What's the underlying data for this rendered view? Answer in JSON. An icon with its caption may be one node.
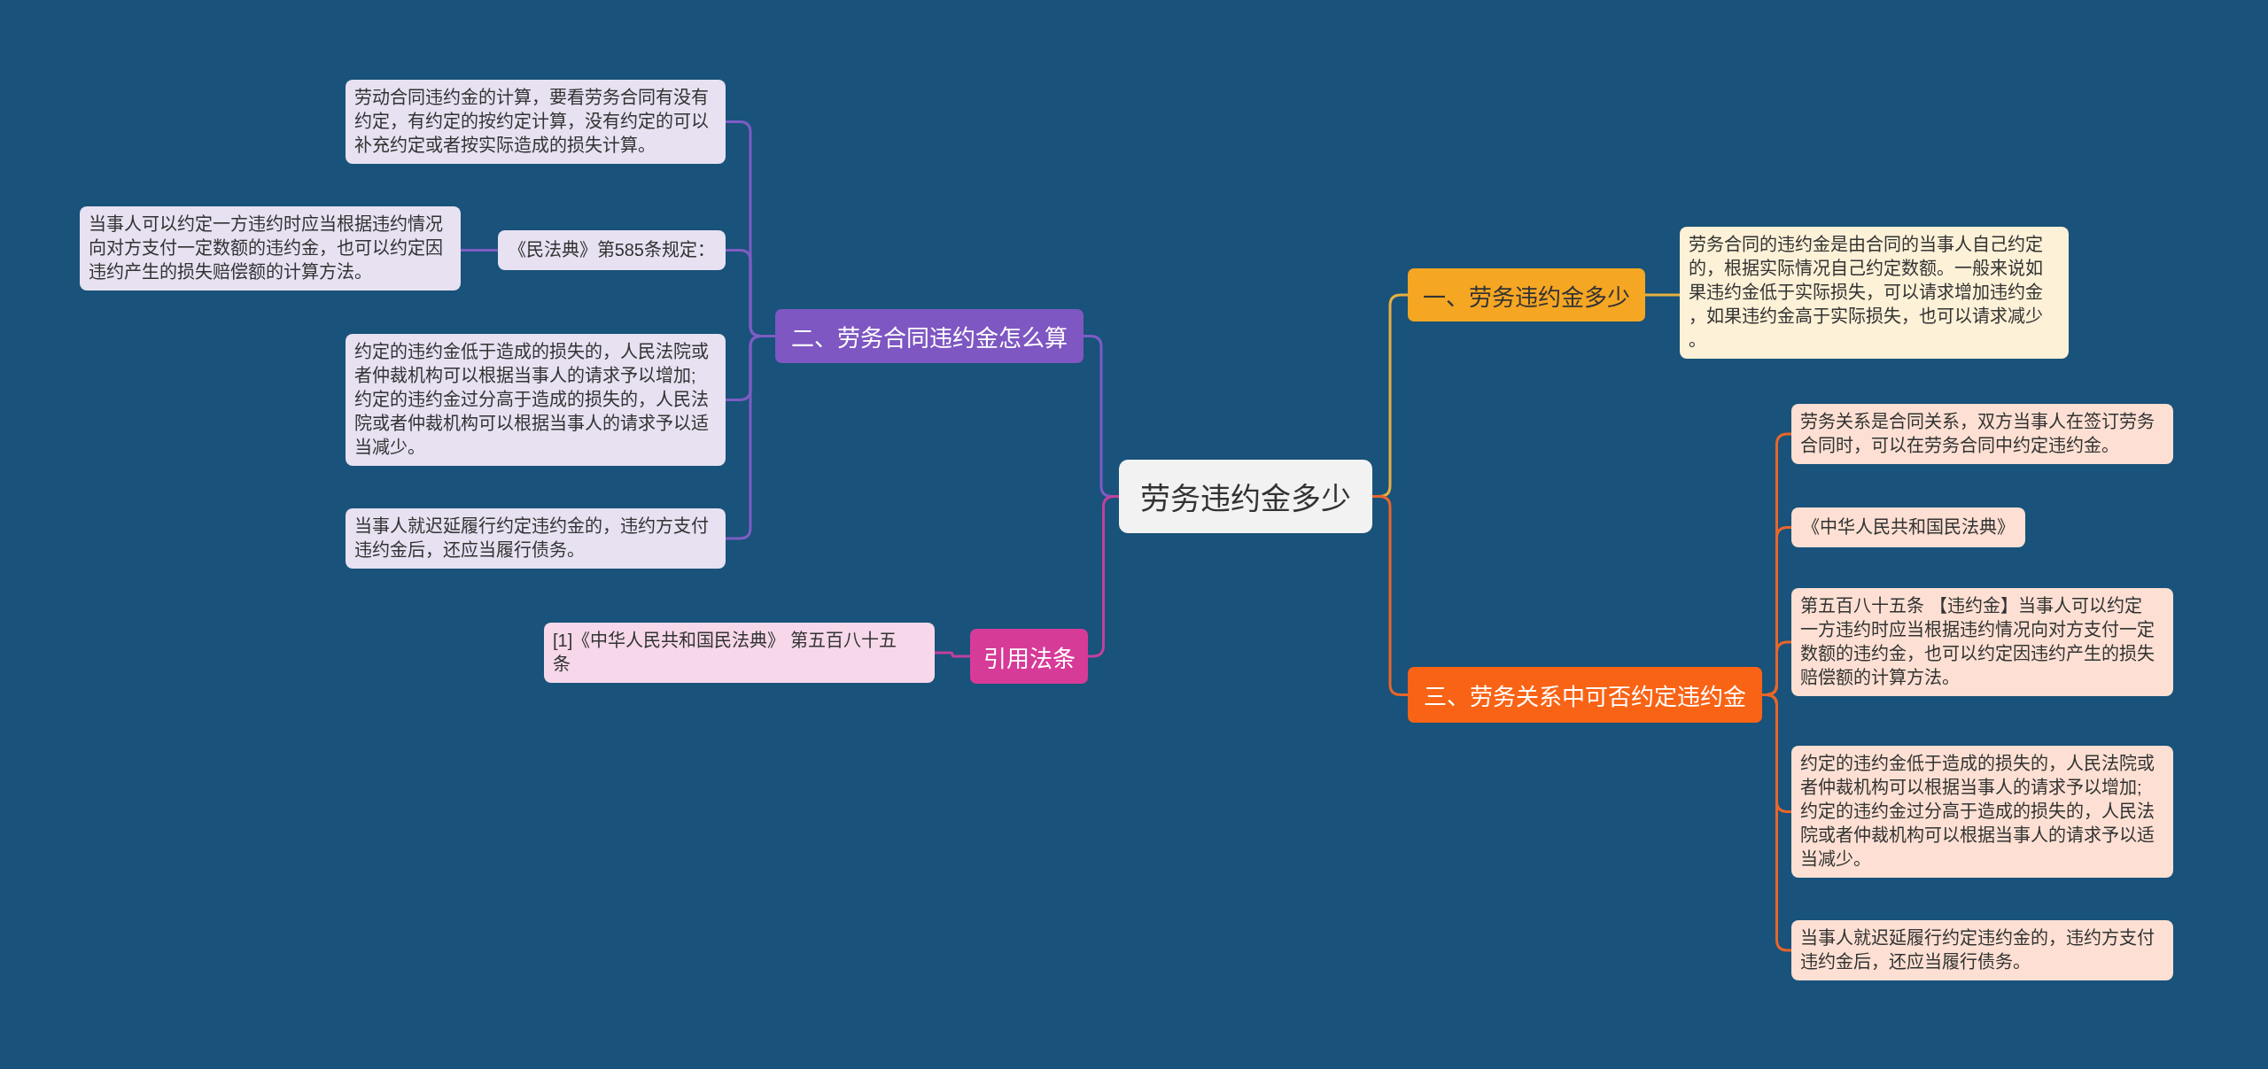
{
  "diagram": {
    "nodes": [
      {
        "text": [
          "劳务违约金多少"
        ]
      },
      {
        "text": [
          "一、劳务违约金多少"
        ]
      },
      {
        "text": [
          "劳务合同的违约金是由合同的当事人自己约定的，根据实际情况自己约定数额。一般来说如果违约金低于实际损失，可以请求增加违约金，如果违约金高于实际损失，也可以请求减少。"
        ]
      },
      {
        "text": [
          "三、劳务关系中可否约定违约金"
        ]
      },
      {
        "text": [
          "劳务关系是合同关系，双方当事人在签订劳务合同时，可以在劳务合同中约定违约金。"
        ]
      },
      {
        "text": [
          "《中华人民共和国民法典》"
        ]
      },
      {
        "text": [
          "第五百八十五条 【违约金】当事人可以约定一方违约时应当根据违约情况向对方支付一定数额的违约金，也可以约定因违约产生的损失赔偿额的计算方法。"
        ]
      },
      {
        "text": [
          "约定的违约金低于造成的损失的，人民法院或者仲裁机构可以根据当事人的请求予以增加;约定的违约金过分高于造成的损失的，人民法院或者仲裁机构可以根据当事人的请求予以适当减少。"
        ]
      },
      {
        "text": [
          "当事人就迟延履行约定违约金的，违约方支付违约金后，还应当履行债务。"
        ]
      },
      {
        "text": [
          "二、劳务合同违约金怎么算"
        ]
      },
      {
        "text": [
          "劳动合同违约金的计算，要看劳务合同有没有约定，有约定的按约定计算，没有约定的可以补充约定或者按实际造成的损失计算。"
        ]
      },
      {
        "text": [
          "《民法典》第585条规定："
        ]
      },
      {
        "text": [
          "当事人可以约定一方违约时应当根据违约情况向对方支付一定数额的违约金，也可以约定因违约产生的损失赔偿额的计算方法。"
        ]
      },
      {
        "text": [
          "约定的违约金低于造成的损失的，人民法院或者仲裁机构可以根据当事人的请求予以增加;约定的违约金过分高于造成的损失的，人民法院或者仲裁机构可以根据当事人的请求予以适当减少。"
        ]
      },
      {
        "text": [
          "当事人就迟延履行约定违约金的，违约方支付违约金后，还应当履行债务。"
        ]
      },
      {
        "text": [
          "引用法条"
        ]
      },
      {
        "text": [
          "[1]《中华人民共和国民法典》 第五百八十五条"
        ]
      }
    ],
    "edges": [
      {
        "from": 0,
        "to": 1,
        "arrow": "none",
        "color": "#e6b040"
      },
      {
        "from": 1,
        "to": 2,
        "arrow": "none",
        "color": "#e6b040"
      },
      {
        "from": 0,
        "to": 3,
        "arrow": "none",
        "color": "#e8662a"
      },
      {
        "from": 3,
        "to": 4,
        "arrow": "none",
        "color": "#e8662a"
      },
      {
        "from": 3,
        "to": 5,
        "arrow": "none",
        "color": "#e8662a"
      },
      {
        "from": 3,
        "to": 6,
        "arrow": "none",
        "color": "#e8662a"
      },
      {
        "from": 3,
        "to": 7,
        "arrow": "none",
        "color": "#e8662a"
      },
      {
        "from": 3,
        "to": 8,
        "arrow": "none",
        "color": "#e8662a"
      },
      {
        "from": 0,
        "to": 9,
        "arrow": "none",
        "color": "#7e5cc4"
      },
      {
        "from": 9,
        "to": 10,
        "arrow": "none",
        "color": "#7e5cc4"
      },
      {
        "from": 9,
        "to": 11,
        "arrow": "none",
        "color": "#7e5cc4"
      },
      {
        "from": 11,
        "to": 12,
        "arrow": "none",
        "color": "#7e5cc4"
      },
      {
        "from": 9,
        "to": 13,
        "arrow": "none",
        "color": "#7e5cc4"
      },
      {
        "from": 9,
        "to": 14,
        "arrow": "none",
        "color": "#7e5cc4"
      },
      {
        "from": 0,
        "to": 15,
        "arrow": "none",
        "color": "#c2409e"
      },
      {
        "from": 15,
        "to": 16,
        "arrow": "none",
        "color": "#c2409e"
      }
    ]
  }
}
